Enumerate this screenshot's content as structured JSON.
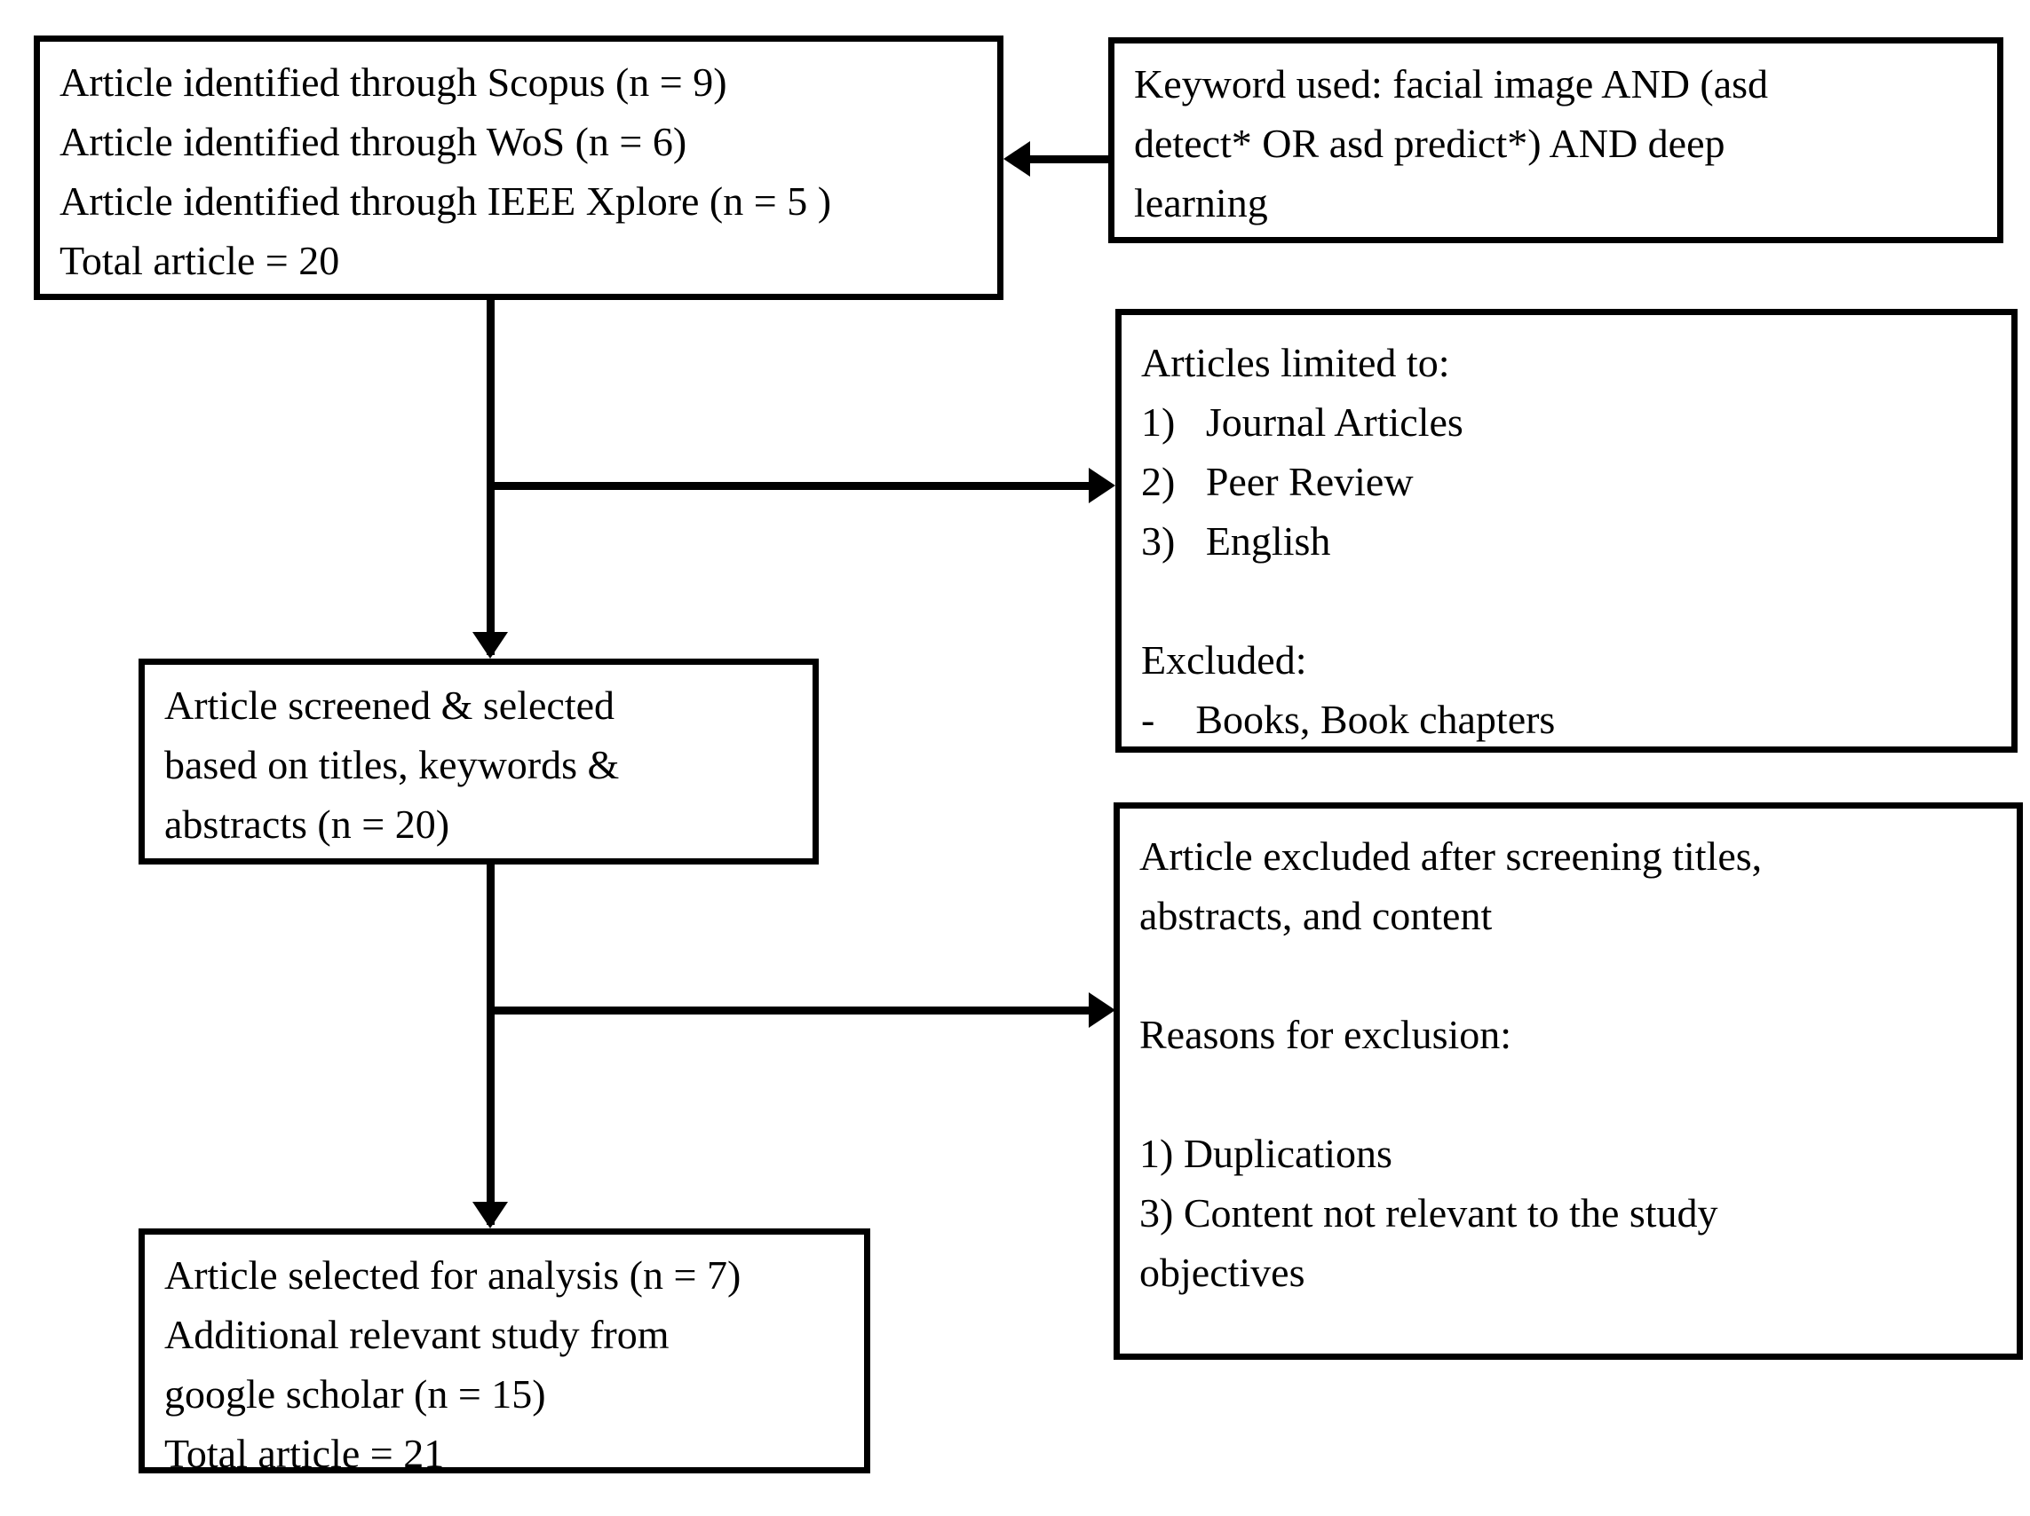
{
  "diagram": {
    "title": "PRISMA article selection flow diagram",
    "type": "flowchart",
    "background_color": "#ffffff",
    "line_color": "#000000",
    "text_color": "#000000"
  },
  "nodes": {
    "sources": {
      "name": "identification-box",
      "lines": [
        "Article identified through Scopus (n = 9)",
        "Article identified through WoS (n = 6)",
        "Article identified through IEEE Xplore (n = 5 )",
        "Total article = 20"
      ],
      "text": "Article identified through Scopus (n = 9)\nArticle identified through WoS (n = 6)\nArticle identified through IEEE Xplore (n = 5 )\nTotal article = 20"
    },
    "keyword": {
      "name": "keyword-box",
      "lines": [
        "Keyword used: facial image AND (asd",
        "detect* OR asd predict*) AND deep",
        "learning"
      ],
      "text": "Keyword used: facial image AND (asd\ndetect* OR asd predict*) AND deep\nlearning"
    },
    "limits": {
      "name": "inclusion-criteria-box",
      "lines": [
        "Articles limited to:",
        "1)   Journal Articles",
        "2)   Peer Review",
        "3)   English",
        "",
        "Excluded:",
        "-    Books, Book chapters"
      ],
      "text": "Articles limited to:\n1)   Journal Articles\n2)   Peer Review\n3)   English\n\nExcluded:\n-    Books, Book chapters"
    },
    "screened": {
      "name": "screening-box",
      "lines": [
        "Article screened & selected",
        "based on titles, keywords &",
        "abstracts (n = 20)"
      ],
      "text": "Article screened & selected\nbased on titles, keywords &\nabstracts (n = 20)"
    },
    "excluded": {
      "name": "exclusion-box",
      "lines": [
        "Article excluded after screening titles,",
        "abstracts, and content",
        "",
        "Reasons for exclusion:",
        "",
        "1) Duplications",
        "3) Content not relevant to the study",
        "objectives"
      ],
      "text": "Article excluded after screening titles,\nabstracts, and content\n\nReasons for exclusion:\n\n1) Duplications\n3) Content not relevant to the study\nobjectives"
    },
    "selected": {
      "name": "included-box",
      "lines": [
        "Article selected for analysis (n = 7)",
        "Additional relevant study from",
        "google scholar (n = 15)",
        "Total article = 21"
      ],
      "text": "Article selected for analysis (n = 7)\nAdditional relevant study from\ngoogle scholar (n = 15)\nTotal article = 21"
    }
  },
  "counts": {
    "scopus": 9,
    "wos": 6,
    "ieee_xplore": 5,
    "total_identified": 20,
    "screened": 20,
    "selected_for_analysis": 7,
    "additional_google_scholar": 15,
    "total_included": 21
  },
  "connectors": [
    {
      "name": "keyword-to-sources-arrow",
      "direction": "left"
    },
    {
      "name": "sources-to-screened-arrow",
      "direction": "down"
    },
    {
      "name": "sources-to-limits-arrow",
      "direction": "right"
    },
    {
      "name": "screened-to-selected-arrow",
      "direction": "down"
    },
    {
      "name": "screened-to-excluded-arrow",
      "direction": "right"
    }
  ]
}
